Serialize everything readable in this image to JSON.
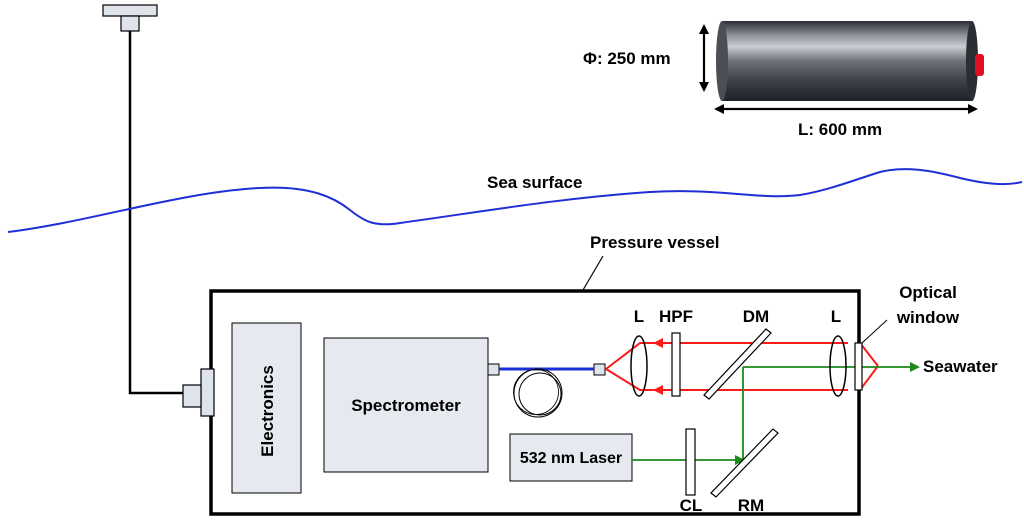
{
  "dimensions": {
    "diameter": "Φ: 250 mm",
    "length": "L: 600 mm"
  },
  "labels": {
    "sea_surface": "Sea surface",
    "pressure_vessel": "Pressure vessel",
    "electronics": "Electronics",
    "spectrometer": "Spectrometer",
    "laser": "532 nm Laser",
    "lens_left": "L",
    "hpf": "HPF",
    "dm": "DM",
    "lens_right": "L",
    "optical_window_line1": "Optical",
    "optical_window_line2": "window",
    "seawater": "Seawater",
    "cl": "CL",
    "rm": "RM"
  },
  "colors": {
    "sea_line": "#1f2fd6",
    "fiber": "#1a2fd8",
    "return_beam": "#ff1a1a",
    "laser_beam": "#1a8a1a",
    "box_fill": "#e6e9ef",
    "cylinder_cap": "#e01020"
  }
}
